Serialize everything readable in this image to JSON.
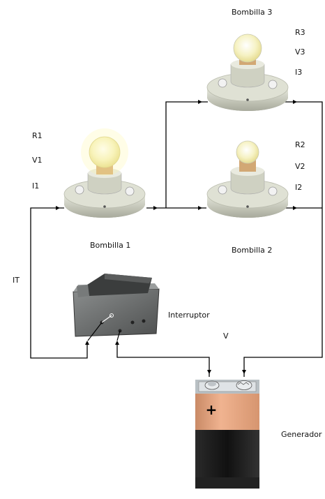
{
  "bulbs": [
    {
      "name": "Bombilla 1",
      "r": "R1",
      "v": "V1",
      "i": "I1"
    },
    {
      "name": "Bombilla 2",
      "r": "R2",
      "v": "V2",
      "i": "I2"
    },
    {
      "name": "Bombilla 3",
      "r": "R3",
      "v": "V3",
      "i": "I3"
    }
  ],
  "switch": {
    "label": "Interruptor"
  },
  "battery": {
    "label": "Generador",
    "voltage": "V",
    "polarity": "+"
  },
  "current_total": "IT",
  "colors": {
    "wire": "#000000",
    "base": "#cfd1c2",
    "glass": "#f3f1c8",
    "socket": "#d8b47a",
    "battery_top": "#e2a07c",
    "battery_body": "#1c1c1c",
    "switch_body": "#6b6e6e"
  }
}
